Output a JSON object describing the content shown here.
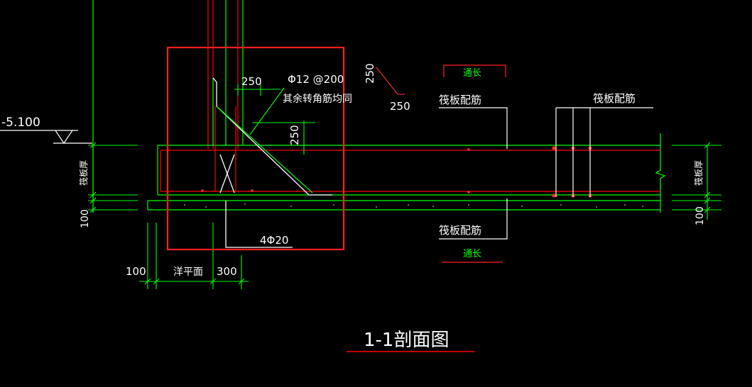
{
  "colors": {
    "background": "#000000",
    "green": "#00ff00",
    "white": "#ffffff",
    "red": "#ff0000",
    "highlight_box": "#ff2020"
  },
  "labels": {
    "elevation": "-5.100",
    "rebar_spec": "Φ12 @200",
    "dim_250_top": "250",
    "corner_note": "其余转角筋均同",
    "dim_250_vertical": "250",
    "dim_250_diag_a": "250",
    "dim_250_diag_b": "250",
    "tongchang_top": "通长",
    "raft_rebar_top_1": "筏板配筋",
    "raft_rebar_top_2": "筏板配筋",
    "raft_thickness_left": "筏板厚",
    "raft_thickness_right": "筏板厚",
    "dim_100_left": "100",
    "dim_100_right": "100",
    "bottom_rebar": "4Φ20",
    "raft_rebar_bottom": "筏板配筋",
    "tongchang_bottom": "通长",
    "dim_100_bottom": "100",
    "foundation_plane": "洋平面",
    "dim_300": "300",
    "section_title": "1-1剖面图"
  }
}
